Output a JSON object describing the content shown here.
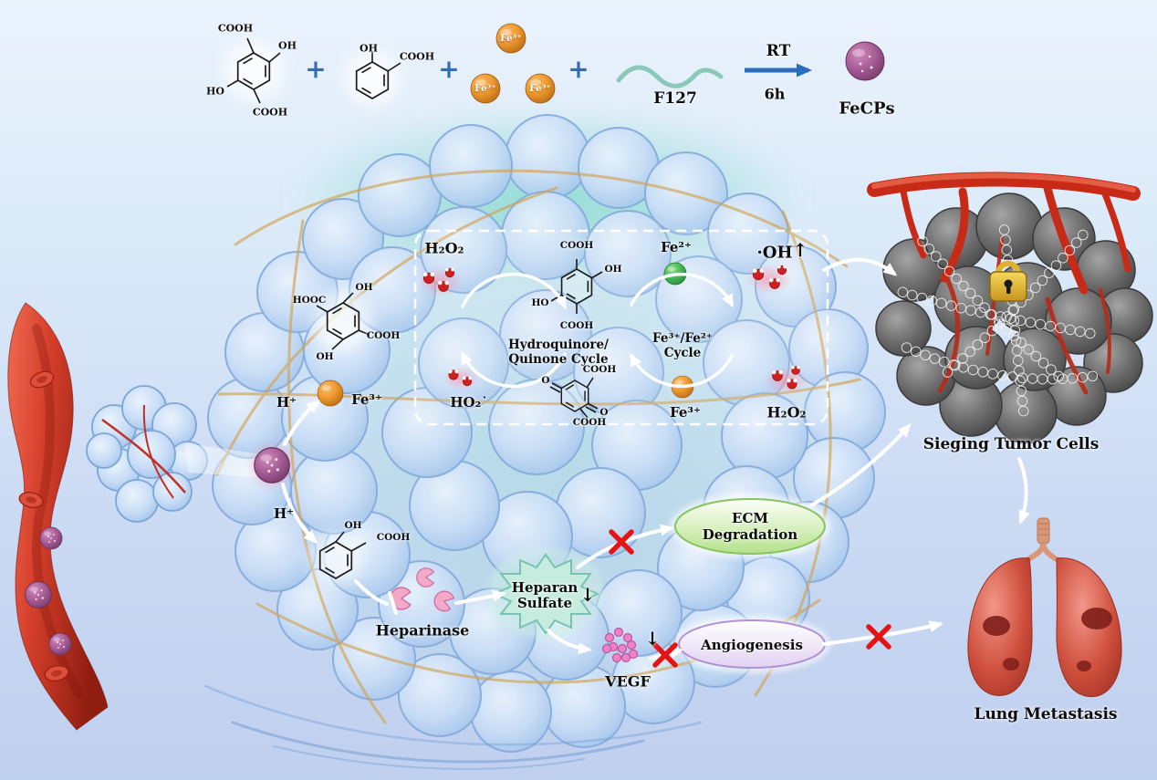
{
  "synthesis": {
    "dhta": {
      "top": "COOH",
      "right": "OH",
      "left": "HO",
      "bottom": "COOH"
    },
    "plus": "+",
    "salicylic": {
      "top": "OH",
      "right": "COOH"
    },
    "fe_ion": "Fe³⁺",
    "polymer": "F127",
    "condition_top": "RT",
    "condition_bottom": "6h",
    "product": "FeCPs"
  },
  "fenton_box": {
    "h2o2_left": "H₂O₂",
    "hydroquinone": {
      "top": "COOH",
      "right": "OH",
      "left": "HO",
      "bottom": "COOH"
    },
    "hq_cycle_line1": "Hydroquinore/",
    "hq_cycle_line2": "Quinone Cycle",
    "quinone": {
      "top": "COOH",
      "o_left": "O",
      "o_right": "O",
      "bottom": "COOH"
    },
    "fe2_label": "Fe²⁺",
    "fe_cycle_line1": "Fe³⁺/Fe²⁺",
    "fe_cycle_line2": "Cycle",
    "fe3_label": "Fe³⁺",
    "oh_radical": "·OH",
    "up_arrow": "↑",
    "ho2_radical": "HO₂˙",
    "h2o2_right": "H₂O₂"
  },
  "release": {
    "h_plus": "H⁺",
    "dhta": {
      "left": "HOOC",
      "top": "OH",
      "right": "COOH",
      "bottom": "OH"
    },
    "fe3_label": "Fe³⁺",
    "salicylic": {
      "top": "OH",
      "right": "COOH"
    }
  },
  "pathway": {
    "heparinase": "Heparinase",
    "heparan_line1": "Heparan",
    "heparan_line2": "Sulfate",
    "down_arrow": "↓",
    "vegf": "VEGF",
    "ecm_line1": "ECM",
    "ecm_line2": "Degradation",
    "angiogenesis": "Angiogenesis"
  },
  "outcome": {
    "sieging": "Sieging Tumor Cells",
    "lung_metastasis": "Lung Metastasis"
  },
  "decor": {
    "chain": "○○○○○○○○○○○○○○○○○○○○"
  }
}
